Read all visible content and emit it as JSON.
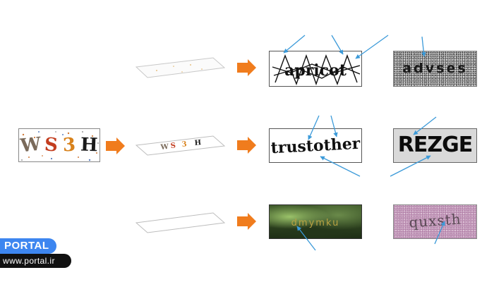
{
  "input_captcha": {
    "chars": [
      "W",
      "S",
      "3",
      "H"
    ],
    "colors": [
      "#7a6a5a",
      "#c33d1f",
      "#d8821c",
      "#1a1a1a"
    ]
  },
  "outputs": {
    "apricot": "apricot",
    "advses": "advses",
    "trustother": "trustother",
    "rezge": "REZGE",
    "dmymku": "dmymku",
    "quxsth": "quxsth"
  },
  "flat_captcha": {
    "chars": [
      "W",
      "S",
      "3",
      "H"
    ]
  },
  "colors": {
    "arrow_orange": "#f07c1d",
    "pointer_blue": "#3b9ad9",
    "brand_blue": "#3d86f0"
  },
  "watermark": {
    "brand": "PORTAL",
    "url": "www.portal.ir"
  }
}
